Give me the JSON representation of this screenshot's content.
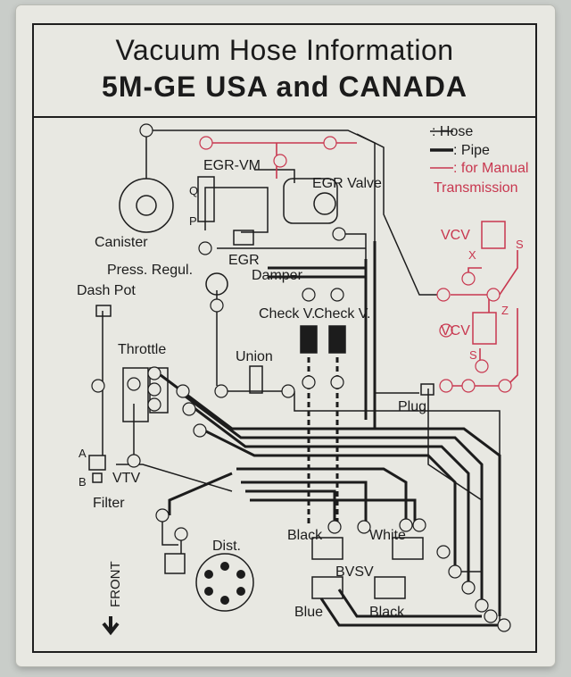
{
  "title": {
    "line1": "Vacuum Hose Information",
    "line2": "5M-GE USA and CANADA"
  },
  "legend": {
    "hose": ": Hose",
    "pipe": ": Pipe",
    "manual_line1": ": for Manual",
    "manual_line2": "Transmission"
  },
  "labels": {
    "canister": "Canister",
    "egr_vm": "EGR-VM",
    "egr_valve": "EGR Valve",
    "q": "Q",
    "p": "P",
    "egr": "EGR",
    "damper": "Damper",
    "press_regul": "Press. Regul.",
    "dash_pot": "Dash Pot",
    "check_v1": "Check V.",
    "check_v2": "Check V.",
    "throttle": "Throttle",
    "union": "Union",
    "plug": "Plug",
    "vcv1": "VCV",
    "vcv2": "VCV",
    "x": "X",
    "s1": "S",
    "z": "Z",
    "s2": "S",
    "a": "A",
    "b": "B",
    "vtv": "VTV",
    "filter": "Filter",
    "dist": "Dist.",
    "front": "FRONT",
    "black1": "Black",
    "white": "White",
    "bvsv": "BVSV",
    "blue": "Blue",
    "black2": "Black"
  },
  "colors": {
    "line": "#1c1c1c",
    "manual": "#c8374f",
    "card": "#e8e8e2"
  }
}
